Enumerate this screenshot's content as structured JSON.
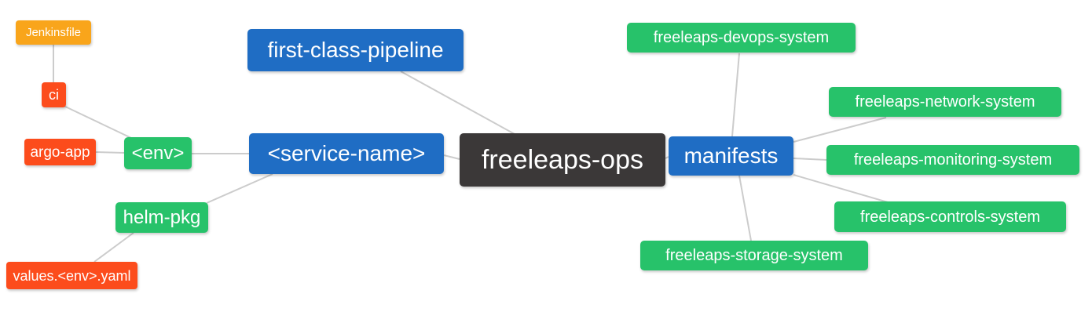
{
  "diagram": {
    "type": "mindmap",
    "edge_color": "#cccccc",
    "text_color": "#ffffff",
    "palette": {
      "root_dark": "#3b3838",
      "branch_blue": "#1f6dc4",
      "leaf_green": "#27c26a",
      "leaf_red": "#fc4c1c",
      "leaf_orange": "#f9a51b"
    },
    "nodes": [
      {
        "id": "jenkinsfile",
        "label": "Jenkinsfile",
        "color": "#f9a51b"
      },
      {
        "id": "ci",
        "label": "ci",
        "color": "#fc4c1c"
      },
      {
        "id": "argo-app",
        "label": "argo-app",
        "color": "#fc4c1c"
      },
      {
        "id": "env",
        "label": "<env>",
        "color": "#27c26a"
      },
      {
        "id": "helm-pkg",
        "label": "helm-pkg",
        "color": "#27c26a"
      },
      {
        "id": "values-env-yaml",
        "label": "values.<env>.yaml",
        "color": "#fc4c1c"
      },
      {
        "id": "first-class-pipeline",
        "label": "first-class-pipeline",
        "color": "#1f6dc4"
      },
      {
        "id": "service-name",
        "label": "<service-name>",
        "color": "#1f6dc4"
      },
      {
        "id": "freeleaps-ops",
        "label": "freeleaps-ops",
        "color": "#3b3838"
      },
      {
        "id": "manifests",
        "label": "manifests",
        "color": "#1f6dc4"
      },
      {
        "id": "freeleaps-devops-system",
        "label": "freeleaps-devops-system",
        "color": "#27c26a"
      },
      {
        "id": "freeleaps-network-system",
        "label": "freeleaps-network-system",
        "color": "#27c26a"
      },
      {
        "id": "freeleaps-monitoring-system",
        "label": "freeleaps-monitoring-system",
        "color": "#27c26a"
      },
      {
        "id": "freeleaps-controls-system",
        "label": "freeleaps-controls-system",
        "color": "#27c26a"
      },
      {
        "id": "freeleaps-storage-system",
        "label": "freeleaps-storage-system",
        "color": "#27c26a"
      }
    ],
    "edges": [
      [
        "jenkinsfile",
        "ci"
      ],
      [
        "ci",
        "env"
      ],
      [
        "argo-app",
        "env"
      ],
      [
        "env",
        "service-name"
      ],
      [
        "helm-pkg",
        "service-name"
      ],
      [
        "values-env-yaml",
        "helm-pkg"
      ],
      [
        "first-class-pipeline",
        "freeleaps-ops"
      ],
      [
        "service-name",
        "freeleaps-ops"
      ],
      [
        "freeleaps-ops",
        "manifests"
      ],
      [
        "manifests",
        "freeleaps-devops-system"
      ],
      [
        "manifests",
        "freeleaps-network-system"
      ],
      [
        "manifests",
        "freeleaps-monitoring-system"
      ],
      [
        "manifests",
        "freeleaps-controls-system"
      ],
      [
        "manifests",
        "freeleaps-storage-system"
      ]
    ]
  }
}
